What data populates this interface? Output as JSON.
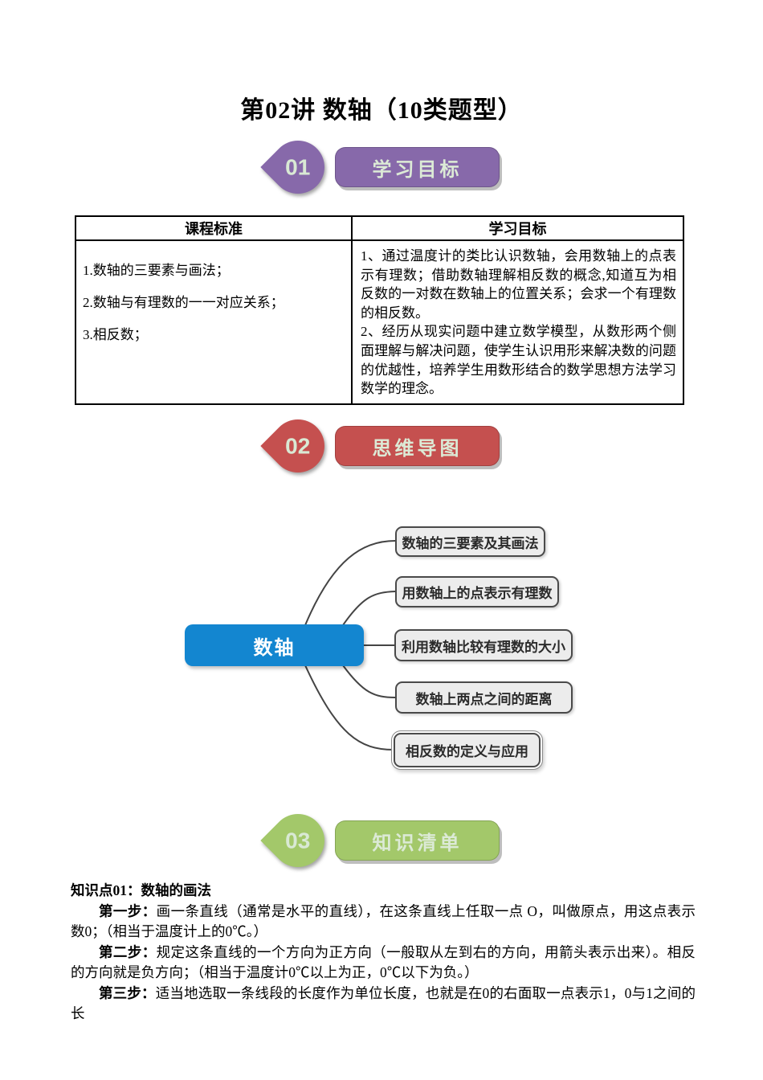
{
  "page": {
    "title": "第02讲 数轴（10类题型）"
  },
  "colors": {
    "section1": "#8769aa",
    "section2": "#c5504f",
    "section3": "#a3c86a",
    "badge_text": "#d9e9d4",
    "mindmap_root": "#1386d0",
    "mindmap_branch_fill": "#ececec",
    "mindmap_branch_border": "#4a4a4a"
  },
  "sections": [
    {
      "number": "01",
      "label": "学习目标"
    },
    {
      "number": "02",
      "label": "思维导图"
    },
    {
      "number": "03",
      "label": "知识清单"
    }
  ],
  "table": {
    "headers": [
      "课程标准",
      "学习目标"
    ],
    "left_items": [
      "1.数轴的三要素与画法；",
      "2.数轴与有理数的一一对应关系；",
      "3.相反数；"
    ],
    "right_paragraphs": [
      "1、通过温度计的类比认识数轴，会用数轴上的点表示有理数；借助数轴理解相反数的概念,知道互为相反数的一对数在数轴上的位置关系；会求一个有理数的相反数。",
      "2、经历从现实问题中建立数学模型，从数形两个侧面理解与解决问题，使学生认识用形来解决数的问题的优越性，培养学生用数形结合的数学思想方法学习数学的理念。"
    ]
  },
  "mindmap": {
    "root": "数轴",
    "branches": [
      "数轴的三要素及其画法",
      "用数轴上的点表示有理数",
      "利用数轴比较有理数的大小",
      "数轴上两点之间的距离",
      "相反数的定义与应用"
    ]
  },
  "knowledge": {
    "heading": "知识点01：数轴的画法",
    "steps": [
      {
        "label": "第一步：",
        "text": "画一条直线（通常是水平的直线），在这条直线上任取一点 O，叫做原点，用这点表示数0；（相当于温度计上的0℃。）"
      },
      {
        "label": "第二步：",
        "text": "规定这条直线的一个方向为正方向（一般取从左到右的方向，用箭头表示出来）。相反的方向就是负方向；（相当于温度计0℃以上为正，0℃以下为负。）"
      },
      {
        "label": "第三步：",
        "text": "适当地选取一条线段的长度作为单位长度，也就是在0的右面取一点表示1，0与1之间的长"
      }
    ]
  }
}
